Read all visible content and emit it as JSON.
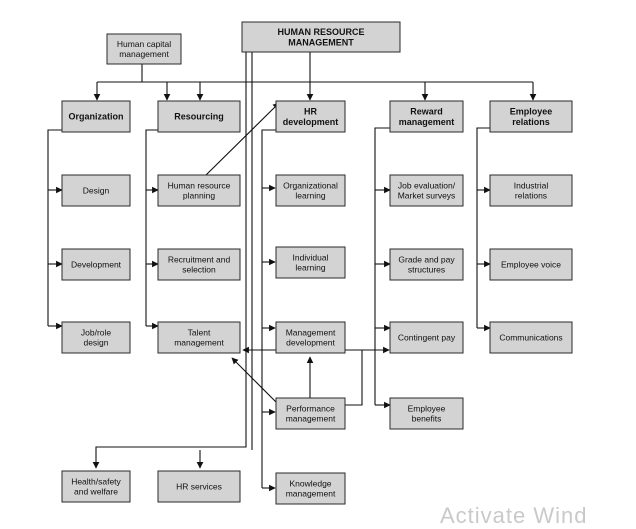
{
  "boxes": {
    "hrm": [
      "HUMAN RESOURCE",
      "MANAGEMENT"
    ],
    "hcm": [
      "Human capital",
      "management"
    ],
    "organization": [
      "Organization"
    ],
    "resourcing": [
      "Resourcing"
    ],
    "hr_development": [
      "HR",
      "development"
    ],
    "reward_management": [
      "Reward",
      "management"
    ],
    "employee_relations": [
      "Employee",
      "relations"
    ],
    "design": [
      "Design"
    ],
    "development": [
      "Development"
    ],
    "job_role_design": [
      "Job/role",
      "design"
    ],
    "hr_planning": [
      "Human resource",
      "planning"
    ],
    "recruitment": [
      "Recruitment and",
      "selection"
    ],
    "talent": [
      "Talent",
      "management"
    ],
    "org_learning": [
      "Organizational",
      "learning"
    ],
    "individual_learning": [
      "Individual",
      "learning"
    ],
    "mgmt_development": [
      "Management",
      "development"
    ],
    "performance": [
      "Performance",
      "management"
    ],
    "knowledge": [
      "Knowledge",
      "management"
    ],
    "job_evaluation": [
      "Job evaluation/",
      "Market surveys"
    ],
    "grade_pay": [
      "Grade and pay",
      "structures"
    ],
    "contingent_pay": [
      "Contingent pay"
    ],
    "employee_benefits": [
      "Employee",
      "benefits"
    ],
    "industrial_relations": [
      "Industrial",
      "relations"
    ],
    "employee_voice": [
      "Employee voice"
    ],
    "communications": [
      "Communications"
    ],
    "health_safety": [
      "Health/safety",
      "and welfare"
    ],
    "hr_services": [
      "HR services"
    ]
  },
  "watermark": "Activate Wind"
}
